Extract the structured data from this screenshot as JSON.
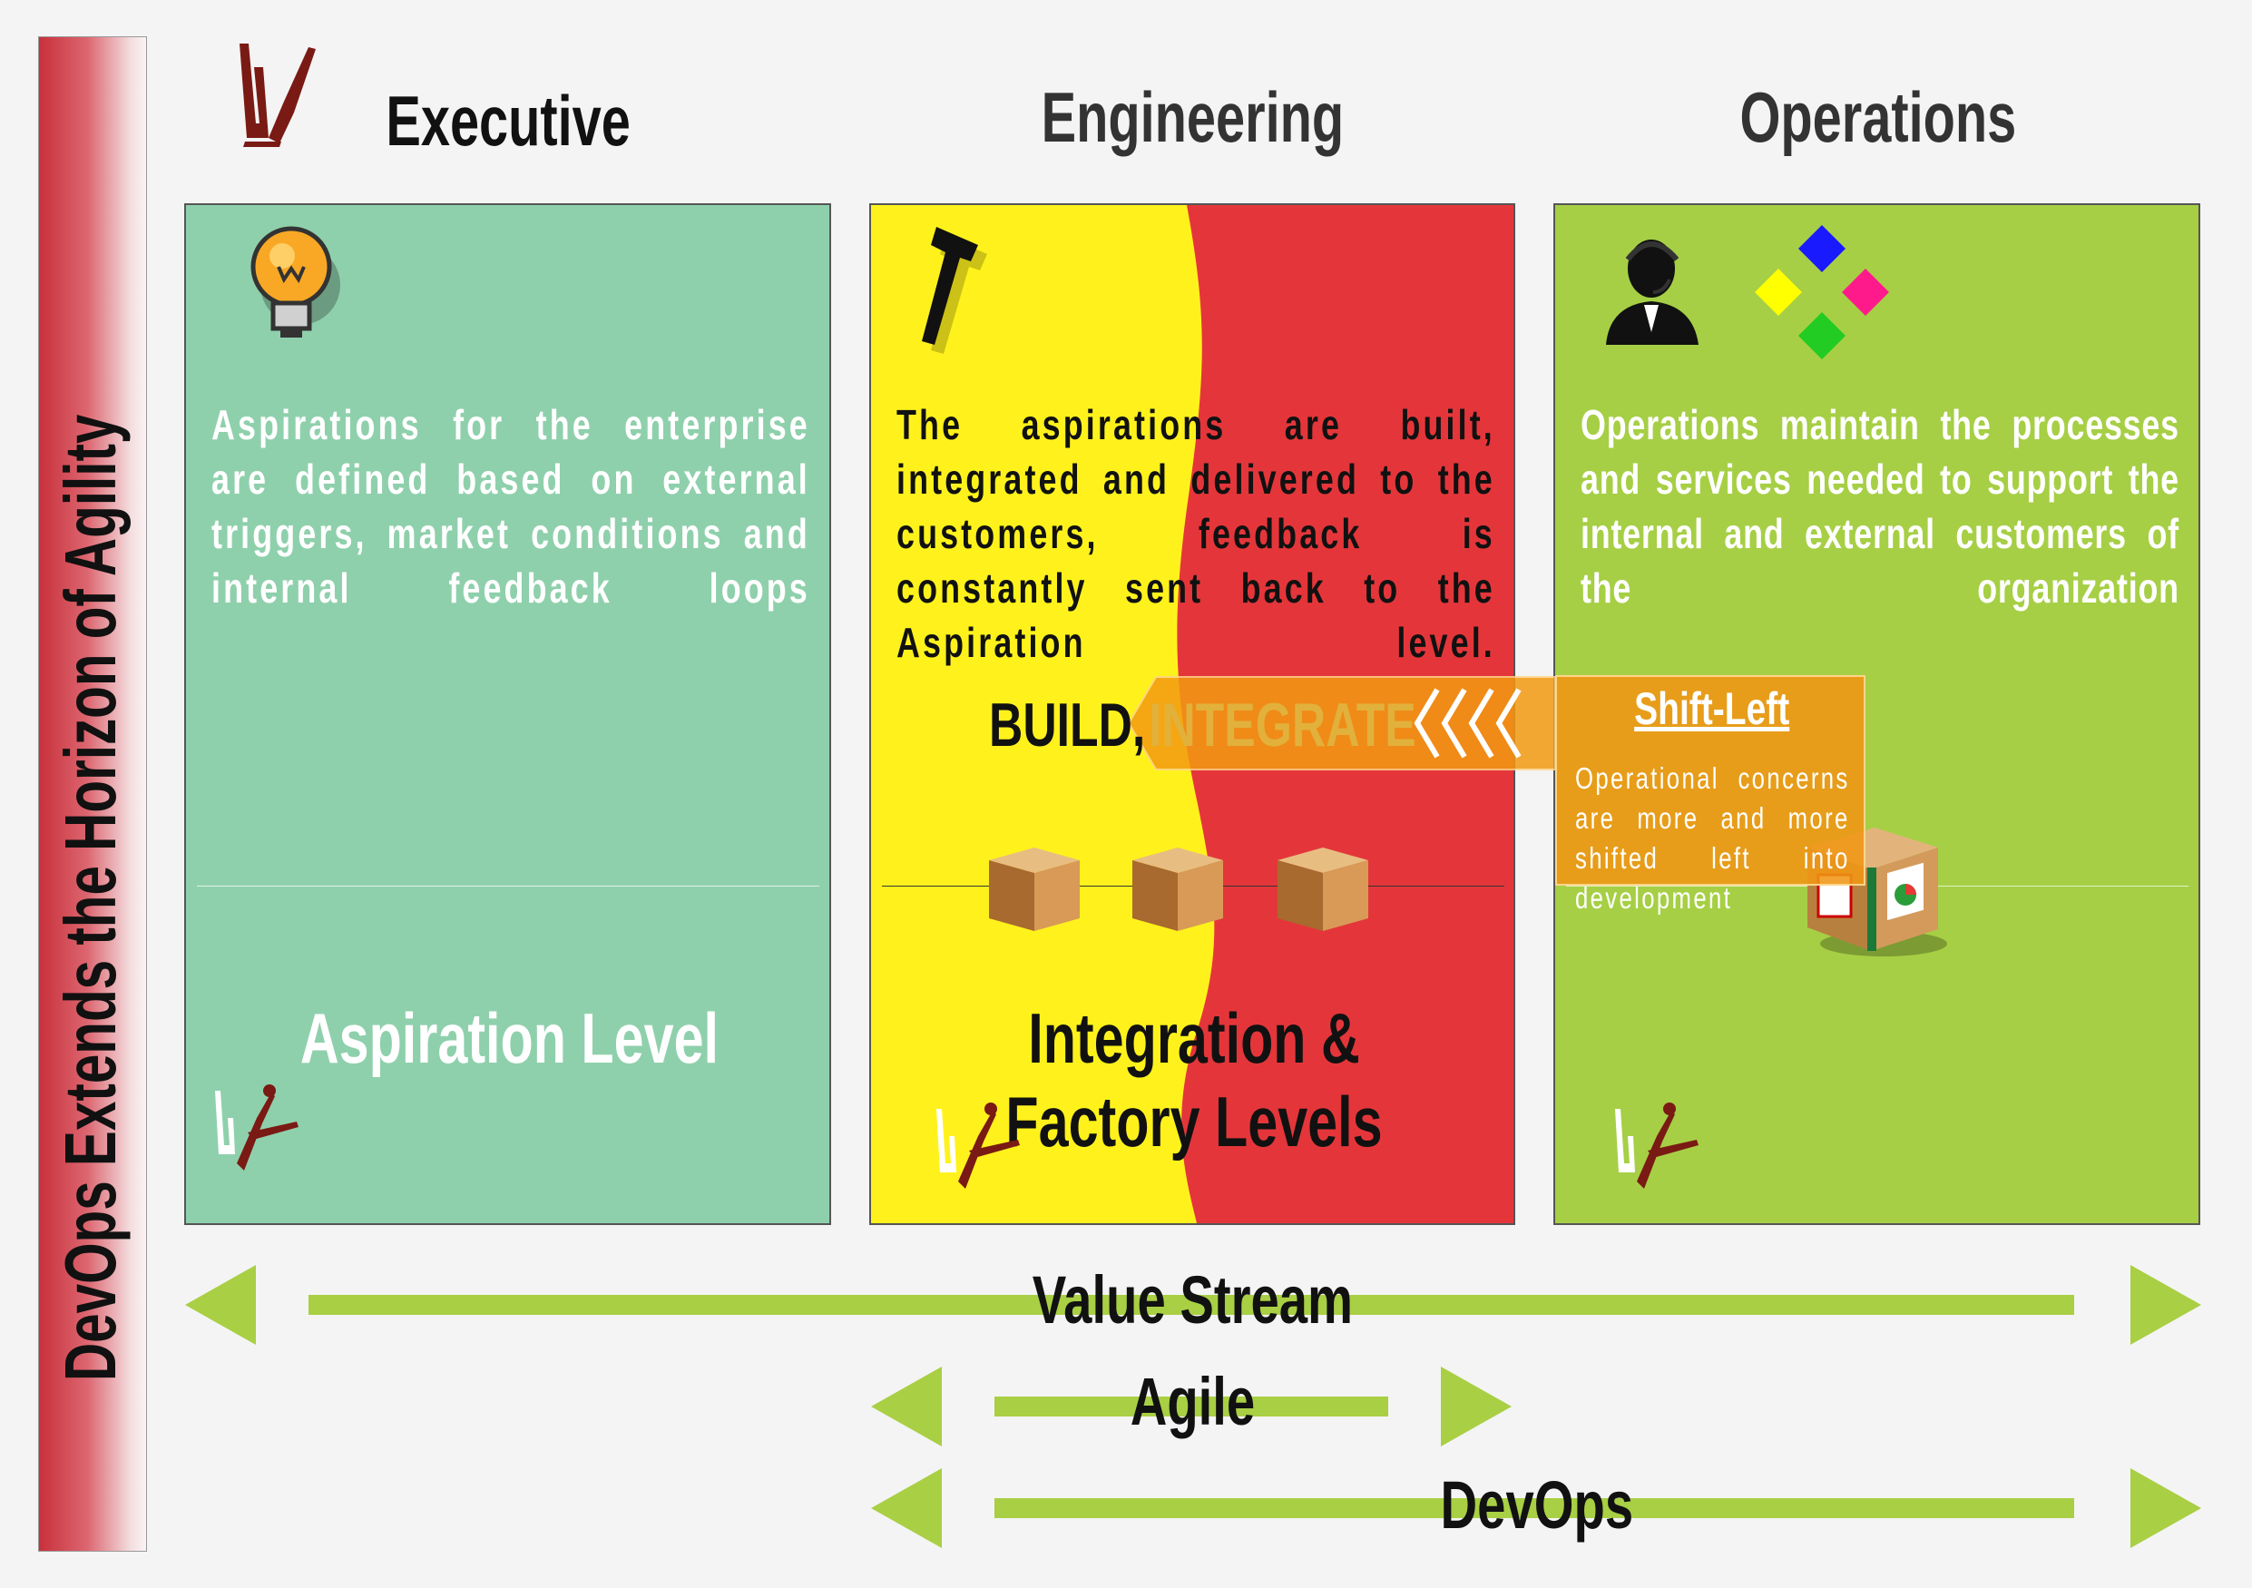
{
  "side_banner": {
    "title": "DevOps Extends the Horizon of Agility"
  },
  "columns": {
    "executive": {
      "header": "Executive",
      "description": "Aspirations for the enterprise are defined based on external triggers, market conditions and internal feedback loops",
      "level": "Aspiration Level"
    },
    "engineering": {
      "header": "Engineering",
      "description": "The aspirations are built, integrated and delivered to the customers, feedback is constantly sent back to the Aspiration level.",
      "build_label": "BUILD,",
      "integrate_label": "INTEGRATE",
      "level": "Integration & Factory Levels"
    },
    "operations": {
      "header": "Operations",
      "description": "Operations maintain the processes and services needed to support the internal and external customers of the organization"
    }
  },
  "shift_left": {
    "title": "Shift-Left",
    "body": "Operational concerns are more and more shifted left into development"
  },
  "arrows": {
    "value_stream": "Value Stream",
    "agile": "Agile",
    "devops": "DevOps"
  },
  "colors": {
    "executive_panel": "#8fd0ac",
    "engineering_yellow": "#fff21c",
    "engineering_red": "#e4363a",
    "operations_panel": "#a6cf45",
    "arrow_green": "#a9cf44",
    "shift_left_orange": "#f39a12",
    "logo_maroon": "#7a1a14"
  },
  "icons": [
    "logo-icon",
    "lightbulb-icon",
    "hammer-icon",
    "support-agent-icon",
    "diamond-cluster-icon",
    "box-icon",
    "package-icon"
  ]
}
